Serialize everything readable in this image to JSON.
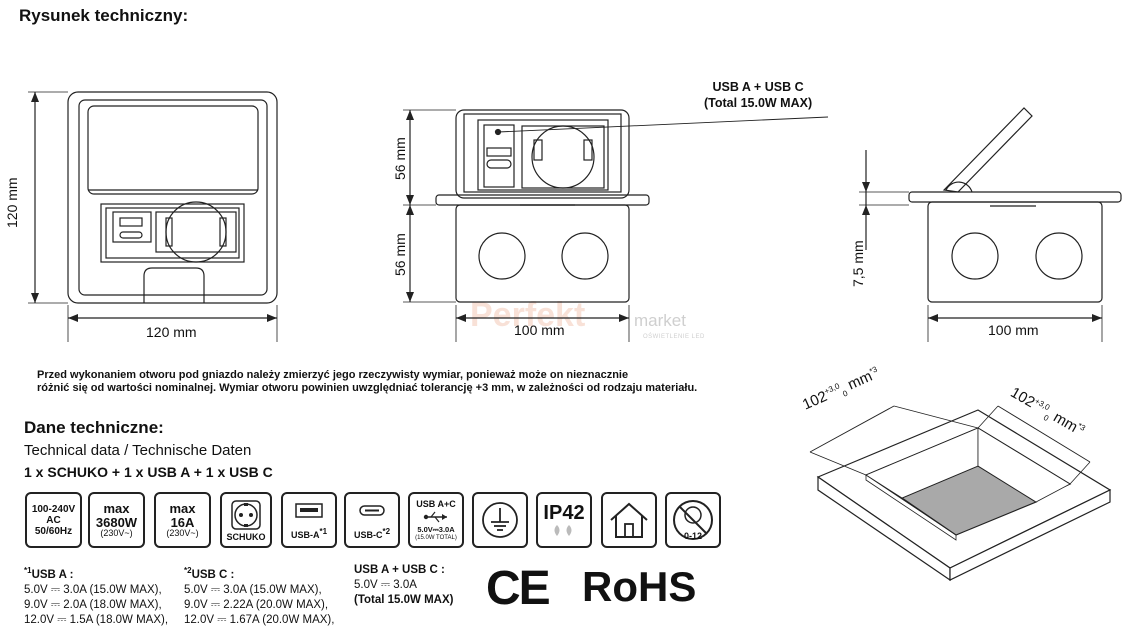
{
  "heading": "Rysunek techniczny:",
  "callout": {
    "line1": "USB A + USB C",
    "line2": "(Total 15.0W MAX)"
  },
  "dims": {
    "front_height": "120 mm",
    "front_width": "120 mm",
    "side_top": "56 mm",
    "side_bottom": "56 mm",
    "side_width": "100 mm",
    "open_depth": "7,5 mm",
    "open_width": "100 mm"
  },
  "hole": {
    "dim": "102",
    "tol_top": "+3,0",
    "tol_bottom": "0",
    "unit": "mm",
    "mark": "*3"
  },
  "watermark": {
    "brand": "Perfekt",
    "brand2": "market",
    "tagline": "OŚWIETLENIE LED"
  },
  "note": {
    "line1": "Przed wykonaniem otworu pod gniazdo należy zmierzyć jego rzeczywisty wymiar, ponieważ może on nieznacznie",
    "line2": "różnić się od wartości nominalnej. Wymiar otworu powinien uwzględniać tolerancję +3 mm, w zależności od rodzaju materiału."
  },
  "tech": {
    "title": "Dane techniczne:",
    "subtitle": "Technical data / Technische Daten",
    "set": "1 x SCHUKO + 1 x USB A + 1 x USB C"
  },
  "icons": {
    "voltage": {
      "l1": "100-240V",
      "l2": "AC",
      "l3": "50/60Hz"
    },
    "power": {
      "top": "max",
      "val": "3680W",
      "sub": "(230V~)"
    },
    "current": {
      "top": "max",
      "val": "16A",
      "sub": "(230V~)"
    },
    "schuko": {
      "label": "SCHUKO"
    },
    "usba": {
      "label": "USB-A",
      "mark": "*1"
    },
    "usbc": {
      "label": "USB-C",
      "mark": "*2"
    },
    "usbac": {
      "top": "USB A+C",
      "val": "5.0V⎓3.0A",
      "sub": "(15.0W TOTAL)"
    },
    "ip": {
      "label": "IP42"
    },
    "age": {
      "label": "0-12"
    }
  },
  "specs": {
    "usba": {
      "mark": "*1",
      "title": "USB A :",
      "l1": "5.0V ⎓ 3.0A (15.0W MAX),",
      "l2": "9.0V ⎓ 2.0A (18.0W MAX),",
      "l3": "12.0V ⎓ 1.5A (18.0W MAX),"
    },
    "usbc": {
      "mark": "*2",
      "title": "USB C :",
      "l1": "5.0V ⎓ 3.0A (15.0W MAX),",
      "l2": "9.0V ⎓ 2.22A (20.0W MAX),",
      "l3": "12.0V ⎓ 1.67A (20.0W MAX),"
    },
    "usbac": {
      "title": "USB A + USB C :",
      "l1": "5.0V ⎓ 3.0A",
      "l2": "(Total 15.0W MAX)"
    }
  },
  "certs": {
    "ce": "CE",
    "rohs": "RoHS"
  }
}
